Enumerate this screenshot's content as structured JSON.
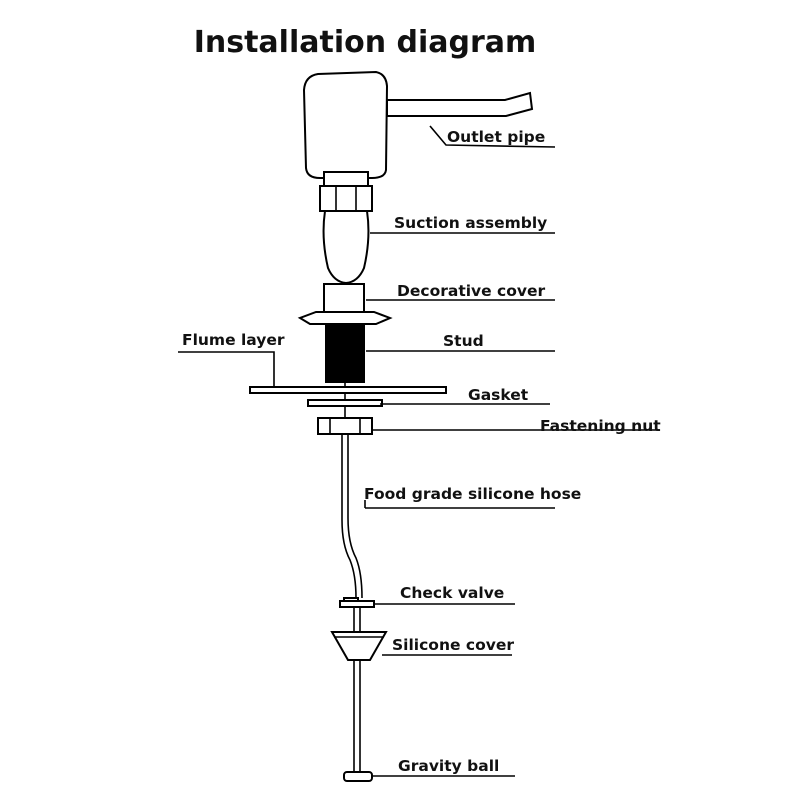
{
  "title": "Installation diagram",
  "labels": {
    "outlet_pipe": "Outlet pipe",
    "suction_assembly": "Suction assembly",
    "decorative_cover": "Decorative cover",
    "stud": "Stud",
    "flume_layer": "Flume layer",
    "gasket": "Gasket",
    "fastening_nut": "Fastening nut",
    "silicone_hose": "Food grade silicone hose",
    "check_valve": "Check valve",
    "silicone_cover": "Silicone cover",
    "gravity_ball": "Gravity ball"
  },
  "colors": {
    "line": "#000000",
    "background": "#ffffff",
    "stud_fill": "#000000"
  }
}
